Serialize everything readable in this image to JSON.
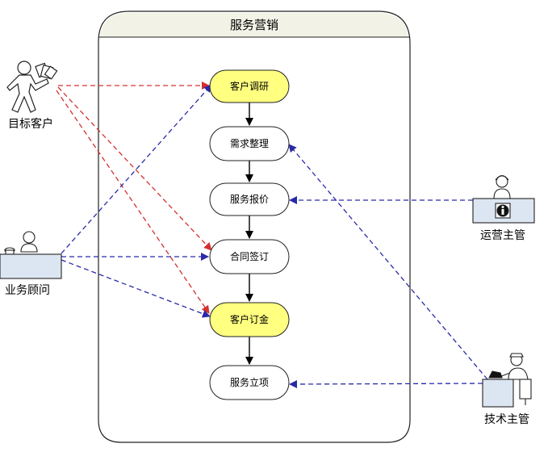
{
  "swimlane": {
    "title": "服务营销"
  },
  "nodes": [
    {
      "id": "n1",
      "label": "客户调研",
      "highlight": true
    },
    {
      "id": "n2",
      "label": "需求整理",
      "highlight": false
    },
    {
      "id": "n3",
      "label": "服务报价",
      "highlight": false
    },
    {
      "id": "n4",
      "label": "合同签订",
      "highlight": false
    },
    {
      "id": "n5",
      "label": "客户订金",
      "highlight": true
    },
    {
      "id": "n6",
      "label": "服务立项",
      "highlight": false
    }
  ],
  "actors": [
    {
      "id": "a1",
      "label": "目标客户"
    },
    {
      "id": "a2",
      "label": "业务顾问"
    },
    {
      "id": "a3",
      "label": "运营主管"
    },
    {
      "id": "a4",
      "label": "技术主管"
    }
  ],
  "colors": {
    "highlight_fill": "#ffff80",
    "node_fill": "#ffffff",
    "header_fill": "#f2f2e6",
    "red_link": "#d43030",
    "blue_link": "#2a2aa8",
    "desk_fill": "#dce6f2"
  }
}
